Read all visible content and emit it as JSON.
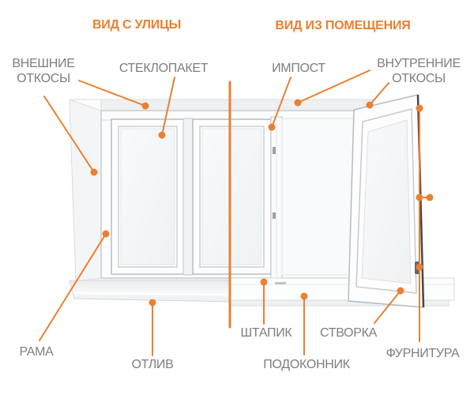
{
  "diagram": {
    "type": "window-parts-annotated-illustration",
    "colors": {
      "accent": "#EA8030",
      "label_text": "#7E7E7E",
      "frame_white": "#FDFDFE",
      "edge_gray": "#C7CBCF"
    },
    "titles": {
      "street_view": "ВИД С УЛИЦЫ",
      "room_view": "ВИД ИЗ ПОМЕЩЕНИЯ"
    },
    "labels": {
      "outer_slopes_line1": "ВНЕШНИЕ",
      "outer_slopes_line2": "ОТКОСЫ",
      "glazing_unit": "СТЕКЛОПАКЕТ",
      "impost": "ИМПОСТ",
      "inner_slopes_line1": "ВНУТРЕННИЕ",
      "inner_slopes_line2": "ОТКОСЫ",
      "frame": "РАМА",
      "drip_sill": "ОТЛИВ",
      "glazing_bead": "ШТАПИК",
      "window_sill": "ПОДОКОННИК",
      "sash": "СТВОРКА",
      "hardware": "ФУРНИТУРА"
    }
  }
}
